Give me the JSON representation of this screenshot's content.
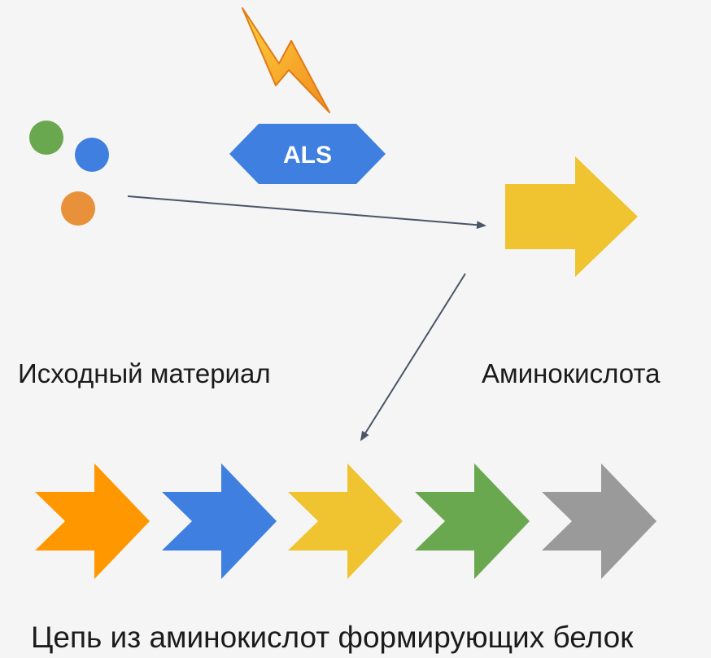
{
  "enzyme": {
    "label": "ALS",
    "color": "#3f7fe0"
  },
  "labels": {
    "source_material": "Исходный материал",
    "amino_acid": "Аминокислота",
    "chain": "Цепь из аминокислот формирующих белок"
  },
  "icons": {
    "lightning": "lightning-bolt-icon",
    "molecules": "molecule-dots-icon",
    "arrows": "chevron-arrow-icon"
  },
  "colors": {
    "background": "#f5f5f5",
    "lightning": "#f4a623",
    "connector": "#4a5568",
    "source_dots": [
      "#6aa84f",
      "#3f7fe0",
      "#e8913a"
    ],
    "amino_acid": "#f0c330",
    "chain": [
      "#ff9800",
      "#3f7fe0",
      "#f0c330",
      "#6aa84f",
      "#9a9a9a"
    ]
  }
}
